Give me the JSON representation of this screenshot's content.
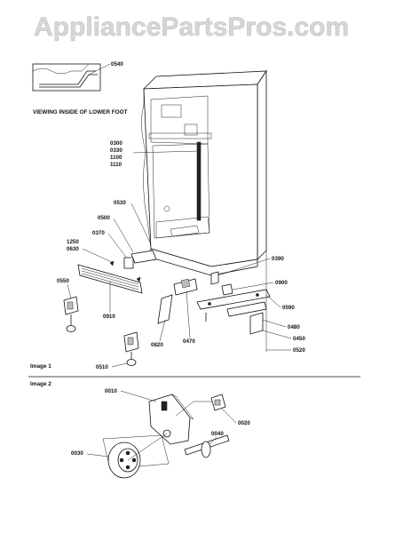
{
  "watermark": "AppliancePartsPros.com",
  "captions": {
    "view_note": "VIEWING INSIDE OF LOWER FOOT",
    "image1": "Image 1",
    "image2": "Image 2"
  },
  "parts": {
    "p0540": "0540",
    "p0300": "0300",
    "p0330": "0330",
    "p1100": "1100",
    "p1110": "1110",
    "p0530": "0530",
    "p0500": "0500",
    "p0370": "0370",
    "p1250": "1250",
    "p0630": "0630",
    "p0550": "0550",
    "p0910": "0910",
    "p0390": "0390",
    "p0900": "0900",
    "p0590": "0590",
    "p0820": "0820",
    "p0470": "0470",
    "p0480": "0480",
    "p0450": "0450",
    "p0520": "0520",
    "p0510": "0510",
    "p0010": "0010",
    "p0020": "0020",
    "p0040": "0040",
    "p0030": "0030"
  }
}
